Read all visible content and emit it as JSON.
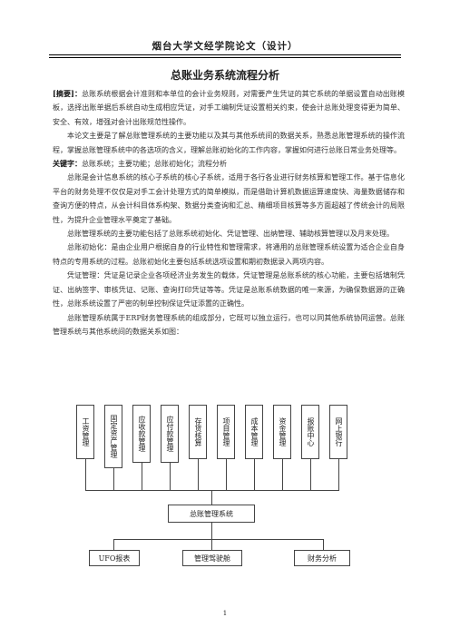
{
  "header": "烟台大学文经学院论文（设计）",
  "title": "总账业务系统流程分析",
  "abstract": {
    "label": "[摘要]：",
    "text": "总账系统根据会计准则和本单位的会计业务规则，对需要产生凭证的其它系统的单据设置自动出账模板，选择出账单据后系统自动生成相应凭证，对手工编制凭证设置相关约束，使会计总账处理变得更为简单、安全、有效，增强对会计出账规范性操作。",
    "para2": "本论文主要是了解总账管理系统的主要功能以及其与其他系统间的数据关系，熟悉总账管理系统的操作流程，掌握总账管理系统中的各选项的含义，理解总账初始化的工作内容，掌握如何进行总账日常业务处理等。"
  },
  "keywords": {
    "label": "关键字：",
    "text": "总账系统；主要功能；总账初始化；流程分析"
  },
  "body": {
    "p1": "总账是会计信息系统的核心子系统的核心子系统，适用于各行各业进行财务核算和管理工作。基于信息化平台的财务处理不仅仅是对手工会计处理方式的简单模拟，而是借助计算机数据运算速度快、海量数据储存和查询方便的特点，从会计科目体系构架、数据分类查询和汇总、精细项目核算等多方面超越了传统会计的局限性，为提升企业管理水平奠定了基础。",
    "p2": "总账管理系统的主要功能包括了总账系统初始化、凭证管理、出纳管理、辅助核算管理以及月末处理。",
    "p3": "总账初始化：是由企业用户根据自身的行业特性和管理需求，将通用的总账管理系统设置为适合企业自身特点的专用系统的过程。总账初始化主要包括系统选项设置和期初数据录入两项内容。",
    "p4": "凭证管理：凭证是记录企业各项经济业务发生的载体，凭证管理是总账系统的核心功能，主要包括填制凭证、出纳签字、审核凭证、记账、查询打印凭证等等。凭证是总账系统数据的唯一来源，为确保数据源的正确性，总账系统设置了严密的制单控制保证凭证添置的正确性。",
    "p5": "总账管理系统属于ERP财务管理系统的组成部分，它既可以独立运行，也可以同其他系统协同运营。总账管理系统与其他系统间的数据关系如图："
  },
  "diagram": {
    "top_boxes": [
      "工资管理",
      "固定资产管理",
      "应收款管理",
      "应付款管理",
      "存货核算",
      "项目管理",
      "成本管理",
      "资金管理",
      "报账中心",
      "网上银行"
    ],
    "center": "总账管理系统",
    "bottom_boxes": [
      "UFO报表",
      "管理驾驶舱",
      "财务分析"
    ]
  },
  "page_number": "1"
}
